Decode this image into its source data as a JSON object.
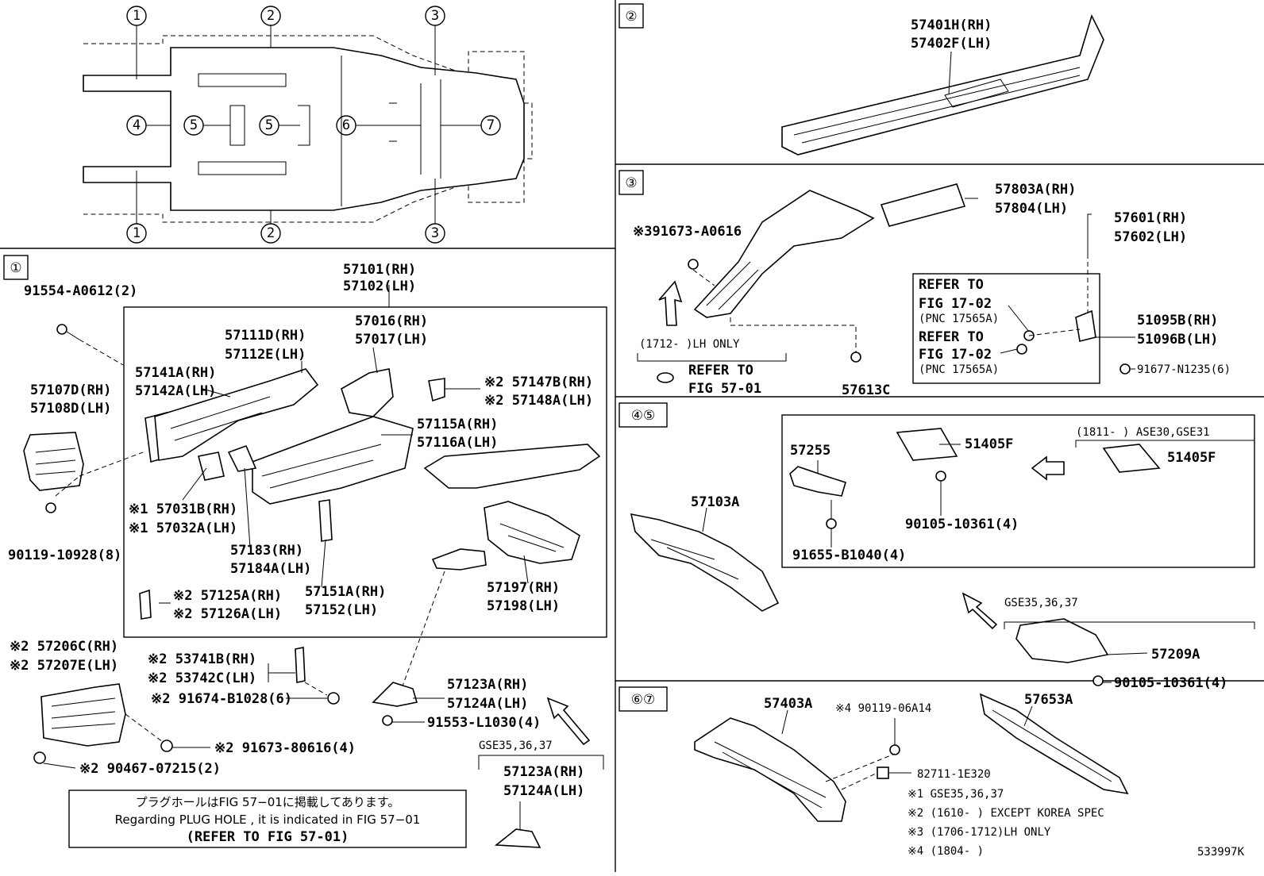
{
  "callouts": [
    "①",
    "②",
    "③",
    "④",
    "⑤",
    "⑥",
    "⑦"
  ],
  "overview": {
    "callouts_top": [
      "1",
      "2",
      "3"
    ],
    "callouts_mid": [
      "4",
      "5",
      "5",
      "6",
      "7"
    ],
    "callouts_bot": [
      "1",
      "2",
      "3"
    ]
  },
  "section1": {
    "tag": "①",
    "labels": {
      "p91554": "91554-A0612(2)",
      "p57101": "57101(RH)",
      "p57102": "57102(LH)",
      "p57016": "57016(RH)",
      "p57017": "57017(LH)",
      "p57111": "57111D(RH)",
      "p57112": "57112E(LH)",
      "p57141": "57141A(RH)",
      "p57142": "57142A(LH)",
      "p57107": "57107D(RH)",
      "p57108": "57108D(LH)",
      "p57147": "※2 57147B(RH)",
      "p57148": "※2 57148A(LH)",
      "p57115": "57115A(RH)",
      "p57116": "57116A(LH)",
      "p57031": "※1 57031B(RH)",
      "p57032": "※1 57032A(LH)",
      "p90119": "90119-10928(8)",
      "p57183": "57183(RH)",
      "p57184": "57184A(LH)",
      "p57125": "※2 57125A(RH)",
      "p57126": "※2 57126A(LH)",
      "p57151": "57151A(RH)",
      "p57152": "57152(LH)",
      "p57197": "57197(RH)",
      "p57198": "57198(LH)",
      "p57206": "※2 57206C(RH)",
      "p57207": "※2 57207E(LH)",
      "p53741": "※2 53741B(RH)",
      "p53742": "※2 53742C(LH)",
      "p91674": "※2 91674-B1028(6)",
      "p57123a": "57123A(RH)",
      "p57124a": "57124A(LH)",
      "p91553": "91553-L1030(4)",
      "p91673": "※2 91673-80616(4)",
      "p90467": "※2 90467-07215(2)",
      "gse": "GSE35,36,37",
      "p57123b": "57123A(RH)",
      "p57124b": "57124A(LH)"
    },
    "note": {
      "jp": "プラグホールはFIG 57−01に掲載してあります。",
      "en": "Regarding  PLUG  HOLE , it is indicated in  FIG  57−01",
      "ref": "(REFER TO FIG 57-01)"
    }
  },
  "section2": {
    "tag": "②",
    "labels": {
      "p57401": "57401H(RH)",
      "p57402": "57402F(LH)"
    }
  },
  "section3": {
    "tag": "③",
    "labels": {
      "p391673": "※391673-A0616",
      "p57803": "57803A(RH)",
      "p57804": "57804(LH)",
      "p57601": "57601(RH)",
      "p57602": "57602(LH)",
      "ref1a": "REFER TO",
      "ref1b": "FIG 17-02",
      "ref1c": "(PNC 17565A)",
      "ref2a": "REFER TO",
      "ref2b": "FIG 17-02",
      "ref2c": "(PNC 17565A)",
      "p51095": "51095B(RH)",
      "p51096": "51096B(LH)",
      "p91677": "91677-N1235(6)",
      "lhonly": "(1712-       )LH ONLY",
      "refer57a": "REFER TO",
      "refer57b": "FIG 57-01",
      "p57613": "57613C"
    }
  },
  "section45": {
    "tag": "④⑤",
    "labels": {
      "p57255": "57255",
      "p51405a": "51405F",
      "range": "(1811-      ) ASE30,GSE31",
      "p51405b": "51405F",
      "p90105a": "90105-10361(4)",
      "p57103": "57103A",
      "p91655": "91655-B1040(4)",
      "gse": "GSE35,36,37",
      "p57209": "57209A",
      "p90105b": "90105-10361(4)"
    }
  },
  "section67": {
    "tag": "⑥⑦",
    "labels": {
      "p57403": "57403A",
      "p90119": "※4 90119-06A14",
      "p57653": "57653A",
      "p82711": "82711-1E320"
    },
    "notes": [
      "※1 GSE35,36,37",
      "※2 (1610-       ) EXCEPT KOREA SPEC",
      "※3 (1706-1712)LH ONLY",
      "※4 (1804-      )"
    ]
  },
  "diagram_id": "533997K"
}
